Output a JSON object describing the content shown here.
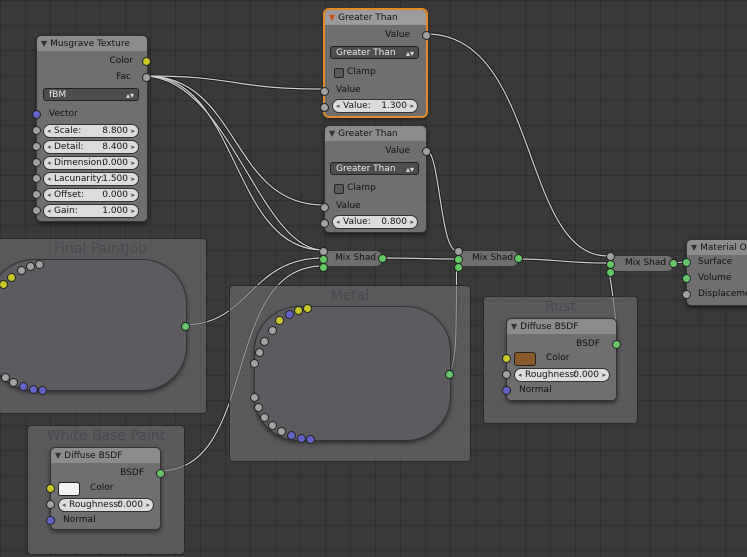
{
  "frames": {
    "final_paintjob": "Final PaintJob",
    "metal": "Metal",
    "rust": "Rust",
    "white_base_paint": "White Base Paint"
  },
  "musgrave": {
    "title": "Musgrave Texture",
    "out_color": "Color",
    "out_fac": "Fac",
    "type": "fBM",
    "in_vector": "Vector",
    "fields": [
      {
        "label": "Scale:",
        "value": "8.800"
      },
      {
        "label": "Detail:",
        "value": "8.400"
      },
      {
        "label": "Dimension:",
        "value": "0.000"
      },
      {
        "label": "Lacunarity:",
        "value": "1.500"
      },
      {
        "label": "Offset:",
        "value": "0.000"
      },
      {
        "label": "Gain:",
        "value": "1.000"
      }
    ]
  },
  "greater_than_1": {
    "title": "Greater Than",
    "out_value": "Value",
    "operation": "Greater Than",
    "clamp": "Clamp",
    "in_value": "Value",
    "field_label": "Value:",
    "field_value": "1.300"
  },
  "greater_than_2": {
    "title": "Greater Than",
    "out_value": "Value",
    "operation": "Greater Than",
    "clamp": "Clamp",
    "in_value": "Value",
    "field_label": "Value:",
    "field_value": "0.800"
  },
  "mix_1": {
    "label": "Mix Shad"
  },
  "mix_2": {
    "label": "Mix Shad"
  },
  "mix_3": {
    "label": "Mix Shad"
  },
  "material_output": {
    "title": "Material Ou",
    "inputs": [
      "Surface",
      "Volume",
      "Displacemen"
    ]
  },
  "rust_bsdf": {
    "title": "Diffuse BSDF",
    "out": "BSDF",
    "color_label": "Color",
    "color": "#8a5a2b",
    "roughness_label": "Roughness:",
    "roughness": "0.000",
    "normal": "Normal"
  },
  "white_bsdf": {
    "title": "Diffuse BSDF",
    "out": "BSDF",
    "color_label": "Color",
    "color": "#f2f2f2",
    "roughness_label": "Roughness:",
    "roughness": "0.000",
    "normal": "Normal"
  },
  "colors": {
    "background": "#393939",
    "node": "#6f6f6f",
    "selected_outline": "#e08a2a",
    "socket_float": "#a1a1a1",
    "socket_color": "#c7c729",
    "socket_vector": "#6363c7",
    "socket_shader": "#63c763"
  }
}
